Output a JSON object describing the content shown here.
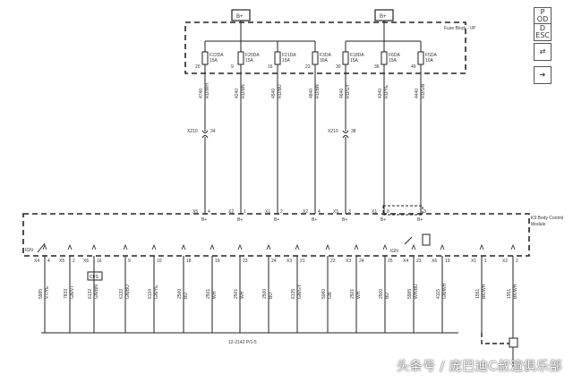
{
  "supply": {
    "left_label": "B+",
    "right_label": "B+",
    "block_label": "Fuse Block - I/P",
    "fuses": [
      {
        "name": "F22DA",
        "rating": "15A",
        "pin": "20"
      },
      {
        "name": "F20DA",
        "rating": "15A",
        "pin": "9"
      },
      {
        "name": "F21DA",
        "rating": "15A",
        "pin": "16"
      },
      {
        "name": "F3DA",
        "rating": "30A",
        "pin": "23"
      },
      {
        "name": "F18DA",
        "rating": "15A",
        "pin": "30"
      },
      {
        "name": "F6DA",
        "rating": "15A",
        "pin": "36"
      },
      {
        "name": "F5DA",
        "rating": "10A",
        "pin": "49"
      }
    ]
  },
  "wires_top": [
    {
      "circuit": "4740",
      "color": "RD/WH"
    },
    {
      "circuit": "4240",
      "color": "RD/BN"
    },
    {
      "circuit": "4540",
      "color": "RD/BU"
    },
    {
      "circuit": "4840",
      "color": "RD/BN"
    },
    {
      "circuit": "4640",
      "color": "RD/GY"
    },
    {
      "circuit": "4340",
      "color": "RD/YE"
    },
    {
      "circuit": "4440",
      "color": "RD/GN"
    }
  ],
  "inline_connectors": [
    {
      "label": "X210",
      "pin": "34"
    },
    {
      "label": "X210",
      "pin": "38"
    }
  ],
  "module": {
    "label_line1": "K9 Body Control",
    "label_line2": "Module",
    "top_pins": [
      {
        "conn": "X5",
        "pin": "4",
        "sig": "B+"
      },
      {
        "conn": "X2",
        "pin": "1",
        "sig": "B+"
      },
      {
        "conn": "X1",
        "pin": "2",
        "sig": "B+"
      },
      {
        "conn": "X2",
        "pin": "4",
        "sig": "B+"
      },
      {
        "conn": "X5",
        "pin": "3",
        "sig": "B+"
      },
      {
        "conn": "X1",
        "pin": "8",
        "sig": "B+"
      },
      {
        "conn": "",
        "pin": "3",
        "sig": "B+"
      }
    ],
    "ign_left": "IGN",
    "ign_right": "IGN",
    "bottom_pins": [
      {
        "conn": "X4",
        "pin": "4"
      },
      {
        "conn": "X5",
        "pin": "2"
      },
      {
        "conn": "X6",
        "pin": "16"
      },
      {
        "conn": "",
        "pin": "9"
      },
      {
        "conn": "",
        "pin": "10"
      },
      {
        "conn": "",
        "pin": "18"
      },
      {
        "conn": "",
        "pin": "19"
      },
      {
        "conn": "",
        "pin": "23"
      },
      {
        "conn": "",
        "pin": "24"
      },
      {
        "conn": "X3",
        "pin": "21"
      },
      {
        "conn": "",
        "pin": "22"
      },
      {
        "conn": "X3",
        "pin": "24"
      },
      {
        "conn": "",
        "pin": "25"
      },
      {
        "conn": "X4",
        "pin": "23"
      },
      {
        "conn": "X6",
        "pin": "19"
      },
      {
        "conn": "X1",
        "pin": "1"
      },
      {
        "conn": "X2",
        "pin": "2"
      }
    ],
    "small_box_label": "CFS"
  },
  "wires_bottom": [
    {
      "circuit": "5985",
      "color": "VT/YE"
    },
    {
      "circuit": "7833",
      "color": "GN/VT"
    },
    {
      "circuit": "6132",
      "color": "GN/BN"
    },
    {
      "circuit": "6133",
      "color": "GN/BU"
    },
    {
      "circuit": "6134",
      "color": "GN/YE"
    },
    {
      "circuit": "2500",
      "color": "BU"
    },
    {
      "circuit": "2501",
      "color": "WH"
    },
    {
      "circuit": "2501",
      "color": "WH"
    },
    {
      "circuit": "2500",
      "color": "BU"
    },
    {
      "circuit": "6135",
      "color": "GN/GY"
    },
    {
      "circuit": "5060",
      "color": "GN"
    },
    {
      "circuit": "2501",
      "color": "WH"
    },
    {
      "circuit": "2500",
      "color": "BU"
    },
    {
      "circuit": "5985",
      "color": "WH/BU"
    },
    {
      "circuit": "4115",
      "color": "GN/WH"
    },
    {
      "circuit": "1551",
      "color": "BK/WH"
    },
    {
      "circuit": "1551",
      "color": "BK/WH"
    }
  ],
  "bottom_reference": "12-2142 P/1-5",
  "side_icons": [
    {
      "name": "power-icon",
      "label": "P\nOD"
    },
    {
      "name": "module-desc-icon",
      "label": "D\nESC"
    },
    {
      "name": "swap-icon",
      "label": "⇄"
    },
    {
      "name": "next-icon",
      "label": "➔"
    }
  ],
  "watermark": "头条号 / 庞巴迪C叔渲俱乐部",
  "colors": {
    "line": "#222222",
    "text": "#333333",
    "background": "#ffffff"
  }
}
